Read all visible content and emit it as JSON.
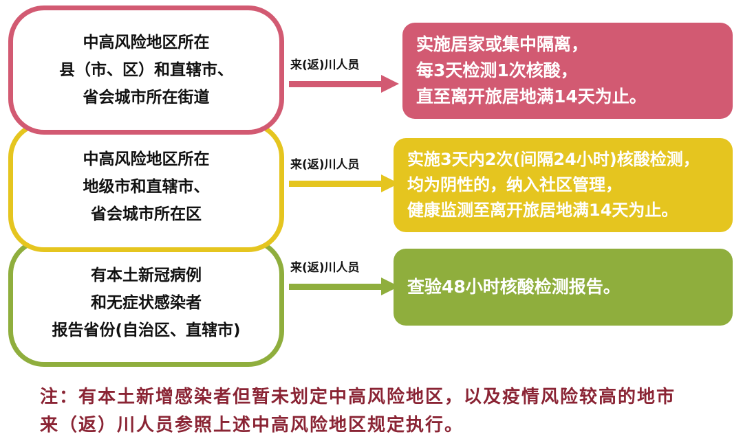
{
  "colors": {
    "pink": "#d25a72",
    "yellow": "#e5c51f",
    "green": "#8fae3d",
    "note_text": "#8a2434",
    "source_text": "#111111",
    "result_text": "#ffffff"
  },
  "rows": [
    {
      "color": "#d25a72",
      "source_lines": [
        "中高风险地区所在",
        "县（市、区）和直辖市、",
        "省会城市所在街道"
      ],
      "arrow_label": "来(返)川人员",
      "result_lines": [
        "实施居家或集中隔离，",
        "每3天检测1次核酸，",
        "直至离开旅居地满14天为止。"
      ]
    },
    {
      "color": "#e5c51f",
      "source_lines": [
        "中高风险地区所在",
        "地级市和直辖市、",
        "省会城市所在区"
      ],
      "arrow_label": "来(返)川人员",
      "result_lines": [
        "实施3天内2次(间隔24小时)核酸检测，",
        "均为阴性的，纳入社区管理，",
        "健康监测至离开旅居地满14天为止。"
      ]
    },
    {
      "color": "#8fae3d",
      "source_lines": [
        "有本土新冠病例",
        "和无症状感染者",
        "报告省份(自治区、直辖市)"
      ],
      "arrow_label": "来(返)川人员",
      "result_lines": [
        "查验48小时核酸检测报告。"
      ]
    }
  ],
  "note_lines": [
    "注：有本土新增感染者但暂未划定中高风险地区，以及疫情风险较高的地市",
    "来（返）川人员参照上述中高风险地区规定执行。"
  ]
}
